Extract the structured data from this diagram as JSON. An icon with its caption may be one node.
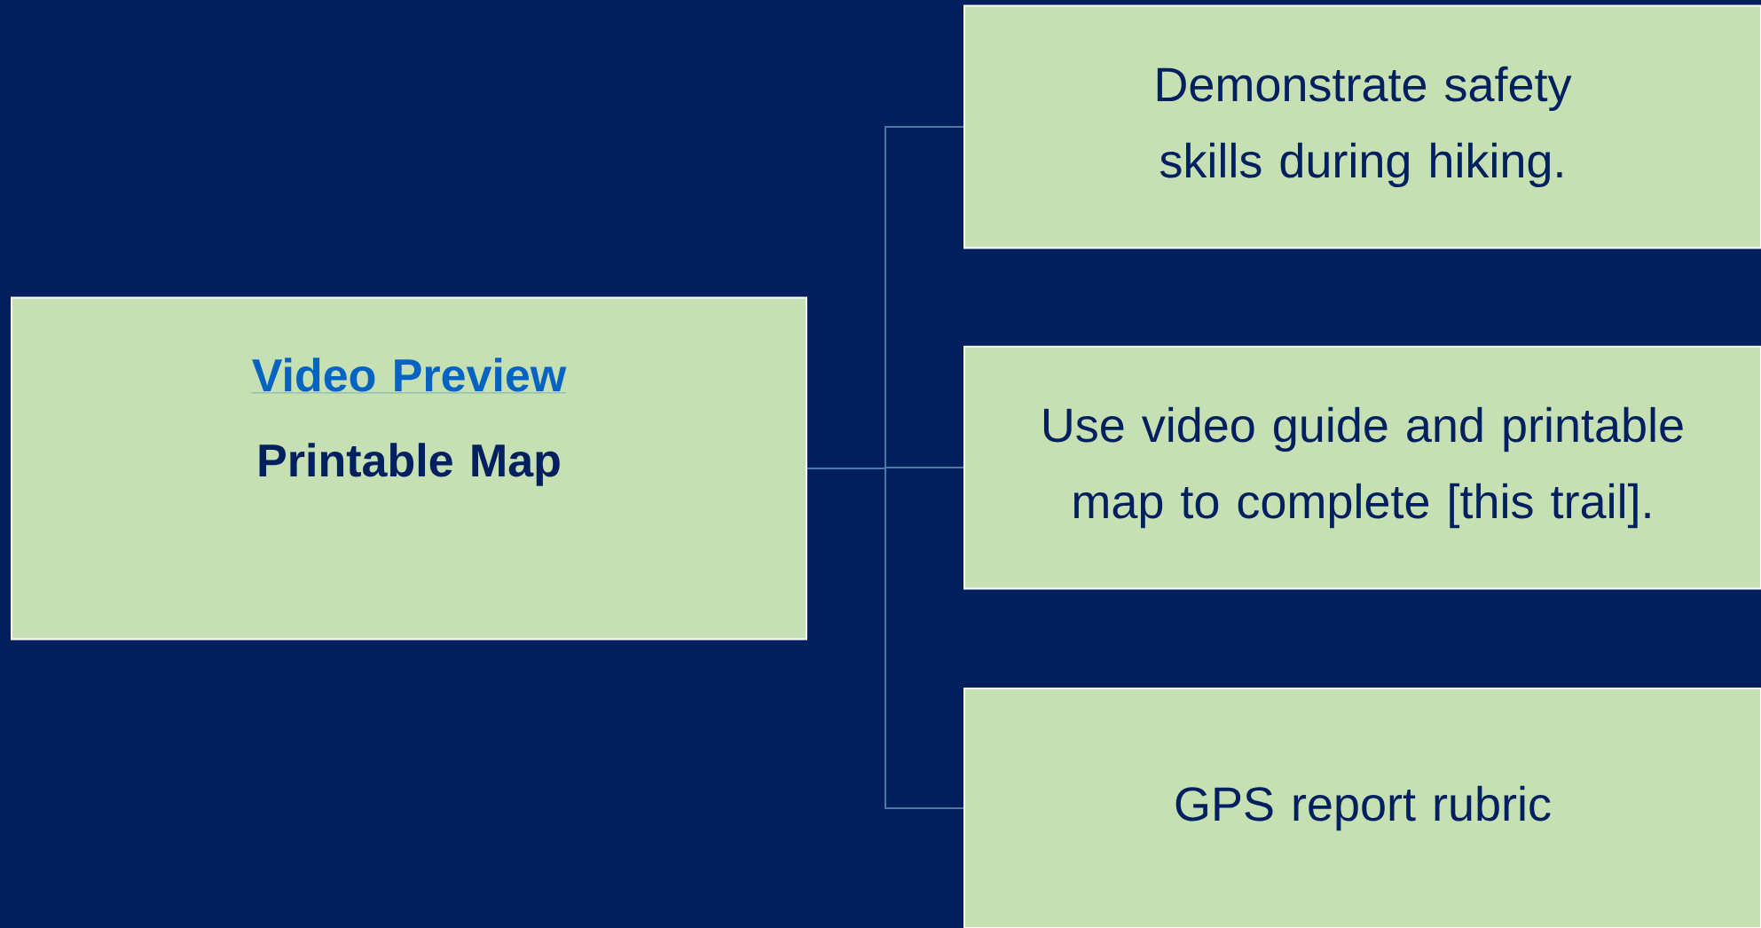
{
  "diagram": {
    "nodes": [
      {
        "text": [
          "Video Preview",
          "Printable Map"
        ]
      },
      {
        "text": [
          "Demonstrate safety skills during hiking."
        ]
      },
      {
        "text": [
          "Use video guide and printable map to complete [this trail]."
        ]
      },
      {
        "text": [
          "GPS report rubric"
        ]
      }
    ],
    "edges": [
      {
        "from": 0,
        "to": 1,
        "arrow": "none"
      },
      {
        "from": 0,
        "to": 2,
        "arrow": "none"
      },
      {
        "from": 0,
        "to": 3,
        "arrow": "none"
      }
    ]
  }
}
